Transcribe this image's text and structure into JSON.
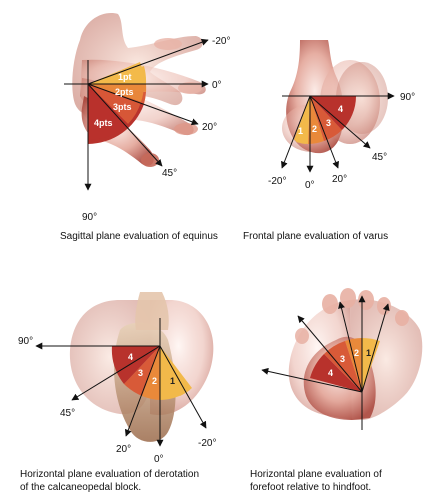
{
  "panels": {
    "sagittal": {
      "angles": {
        "up": "-20°",
        "zero": "0°",
        "down20": "20°",
        "down45": "45°",
        "down90": "90°"
      },
      "points": {
        "p1": "1pt",
        "p2": "2pts",
        "p3": "3pts",
        "p4": "4pts"
      },
      "caption": "Sagittal plane evaluation of equinus"
    },
    "frontal": {
      "angles": {
        "a90": "90°",
        "a45": "45°",
        "a20": "20°",
        "a0": "0°",
        "am20": "-20°"
      },
      "points": {
        "p1": "1",
        "p2": "2",
        "p3": "3",
        "p4": "4"
      },
      "caption": "Frontal plane evaluation of varus"
    },
    "horizontal_block": {
      "angles": {
        "a90": "90°",
        "a45": "45°",
        "a20": "20°",
        "a0": "0°",
        "am20": "-20°"
      },
      "points": {
        "p1": "1",
        "p2": "2",
        "p3": "3",
        "p4": "4"
      },
      "caption_line1": "Horizontal plane evaluation of derotation",
      "caption_line2": "of the calcaneopedal block."
    },
    "horizontal_forefoot": {
      "points": {
        "p1": "1",
        "p2": "2",
        "p3": "3",
        "p4": "4"
      },
      "caption_line1": "Horizontal plane evaluation of",
      "caption_line2": "forefoot relative to hindfoot."
    }
  },
  "colors": {
    "sector1": "#f2b94a",
    "sector2": "#e9893a",
    "sector3": "#d85a38",
    "sector4": "#b8322c",
    "skin_light": "#f4d7cf",
    "skin_mid": "#dc9c8e",
    "skin_dark": "#a8443a"
  }
}
